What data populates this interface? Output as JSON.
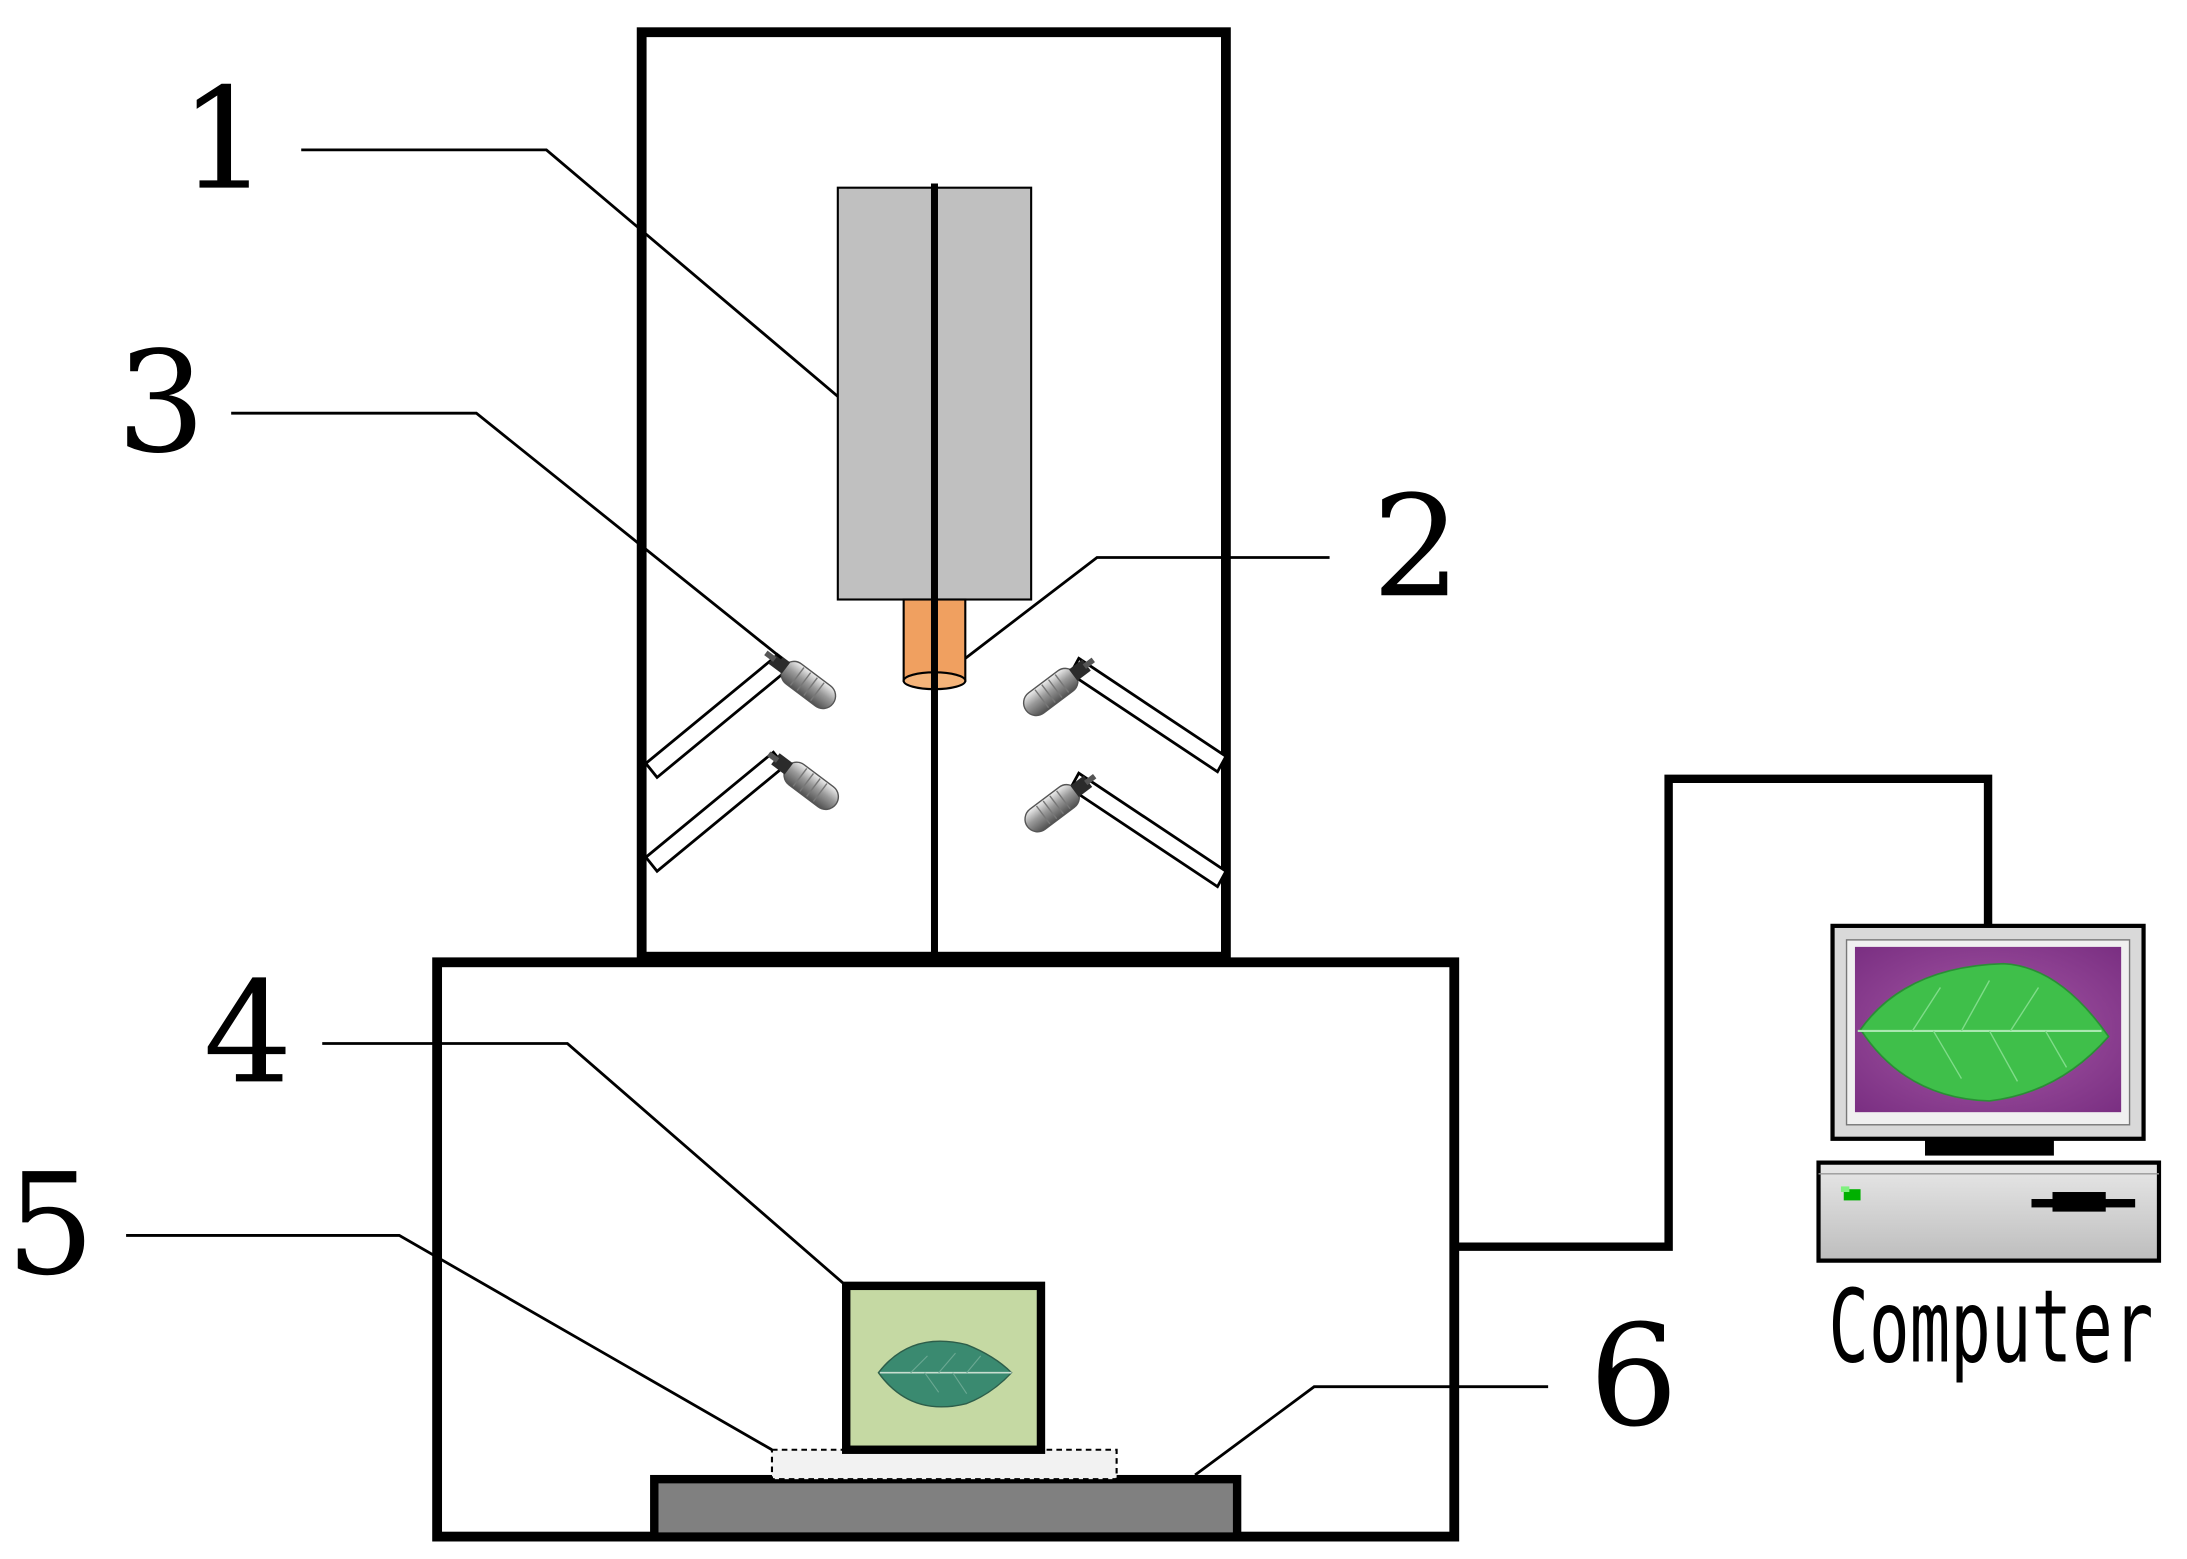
{
  "diagram": {
    "callouts": [
      {
        "id": "1",
        "label": "1"
      },
      {
        "id": "2",
        "label": "2"
      },
      {
        "id": "3",
        "label": "3"
      },
      {
        "id": "4",
        "label": "4"
      },
      {
        "id": "5",
        "label": "5"
      },
      {
        "id": "6",
        "label": "6"
      }
    ],
    "computer": {
      "label": "Computer"
    },
    "colors": {
      "outline": "#000000",
      "sensor_body": "#c0c0c0",
      "light_emitter": "#f0a060",
      "sample_box": "#c5d9a3",
      "stage": "#808080",
      "screen_bg": "#9b4a9b",
      "leaf_green": "#3fbf4a",
      "case_grey": "#d9d9d9",
      "power_led": "#00b000"
    },
    "icons": [
      "leaf-icon",
      "lamp-icon",
      "monitor-icon",
      "computer-case-icon"
    ]
  }
}
